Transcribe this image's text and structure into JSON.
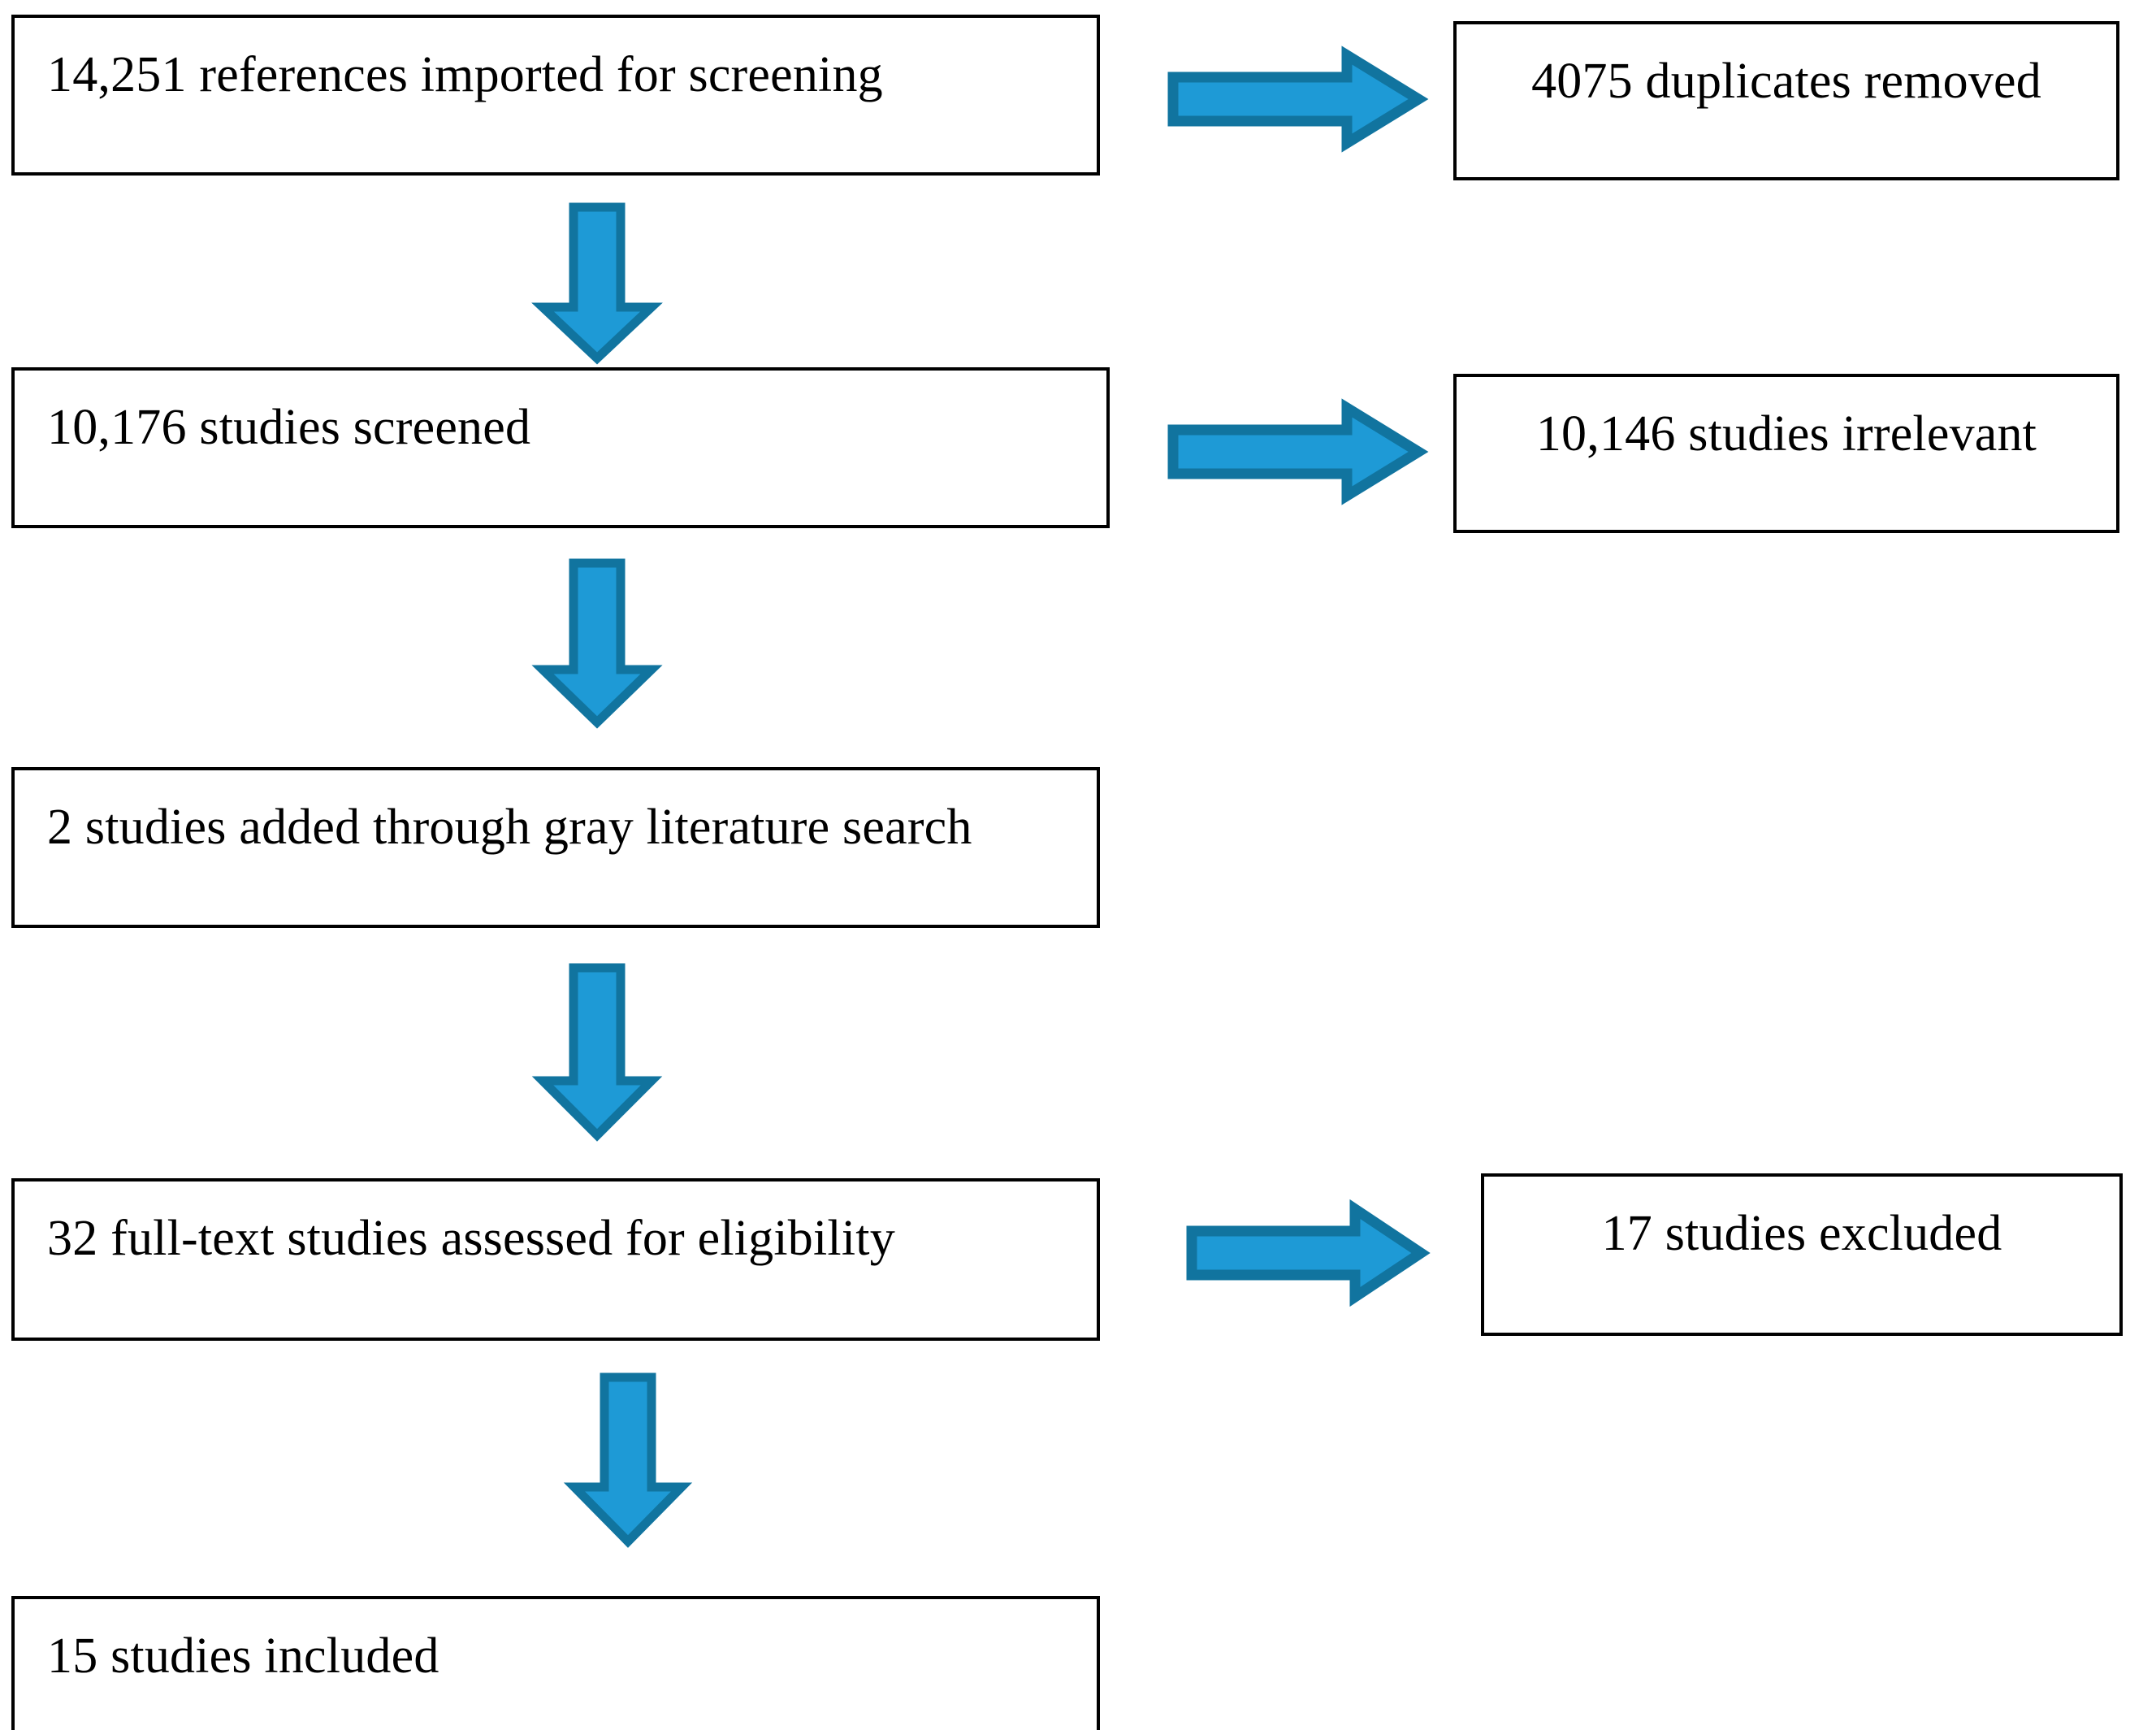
{
  "diagram": {
    "type": "prisma-flow-diagram",
    "orientation": "vertical",
    "accent_color": "#1e9ad6",
    "accent_border_color": "#11749f",
    "box_border_color": "#000000",
    "background_color": "#ffffff",
    "text_color": "#000000"
  },
  "boxes": {
    "imported": {
      "label": "14,251 references imported for screening",
      "count": 14251
    },
    "duplicates": {
      "label": "4075 duplicates removed",
      "count": 4075
    },
    "screened": {
      "label": "10,176 studies screened",
      "count": 10176
    },
    "irrelevant": {
      "label": "10,146 studies irrelevant",
      "count": 10146
    },
    "gray": {
      "label": "2 studies added through gray literature search",
      "count": 2
    },
    "fulltext": {
      "label": "32 full-text studies assessed for eligibility",
      "count": 32
    },
    "excluded": {
      "label": "17 studies excluded",
      "count": 17
    },
    "included": {
      "label": "15 studies included",
      "count": 15
    }
  },
  "arrows": {
    "right_1": {
      "icon": "arrow-right-icon",
      "from": "imported",
      "to": "duplicates"
    },
    "right_2": {
      "icon": "arrow-right-icon",
      "from": "screened",
      "to": "irrelevant"
    },
    "right_3": {
      "icon": "arrow-right-icon",
      "from": "fulltext",
      "to": "excluded"
    },
    "down_1": {
      "icon": "arrow-down-icon",
      "from": "imported",
      "to": "screened"
    },
    "down_2": {
      "icon": "arrow-down-icon",
      "from": "screened",
      "to": "gray"
    },
    "down_3": {
      "icon": "arrow-down-icon",
      "from": "gray",
      "to": "fulltext"
    },
    "down_4": {
      "icon": "arrow-down-icon",
      "from": "fulltext",
      "to": "included"
    }
  }
}
